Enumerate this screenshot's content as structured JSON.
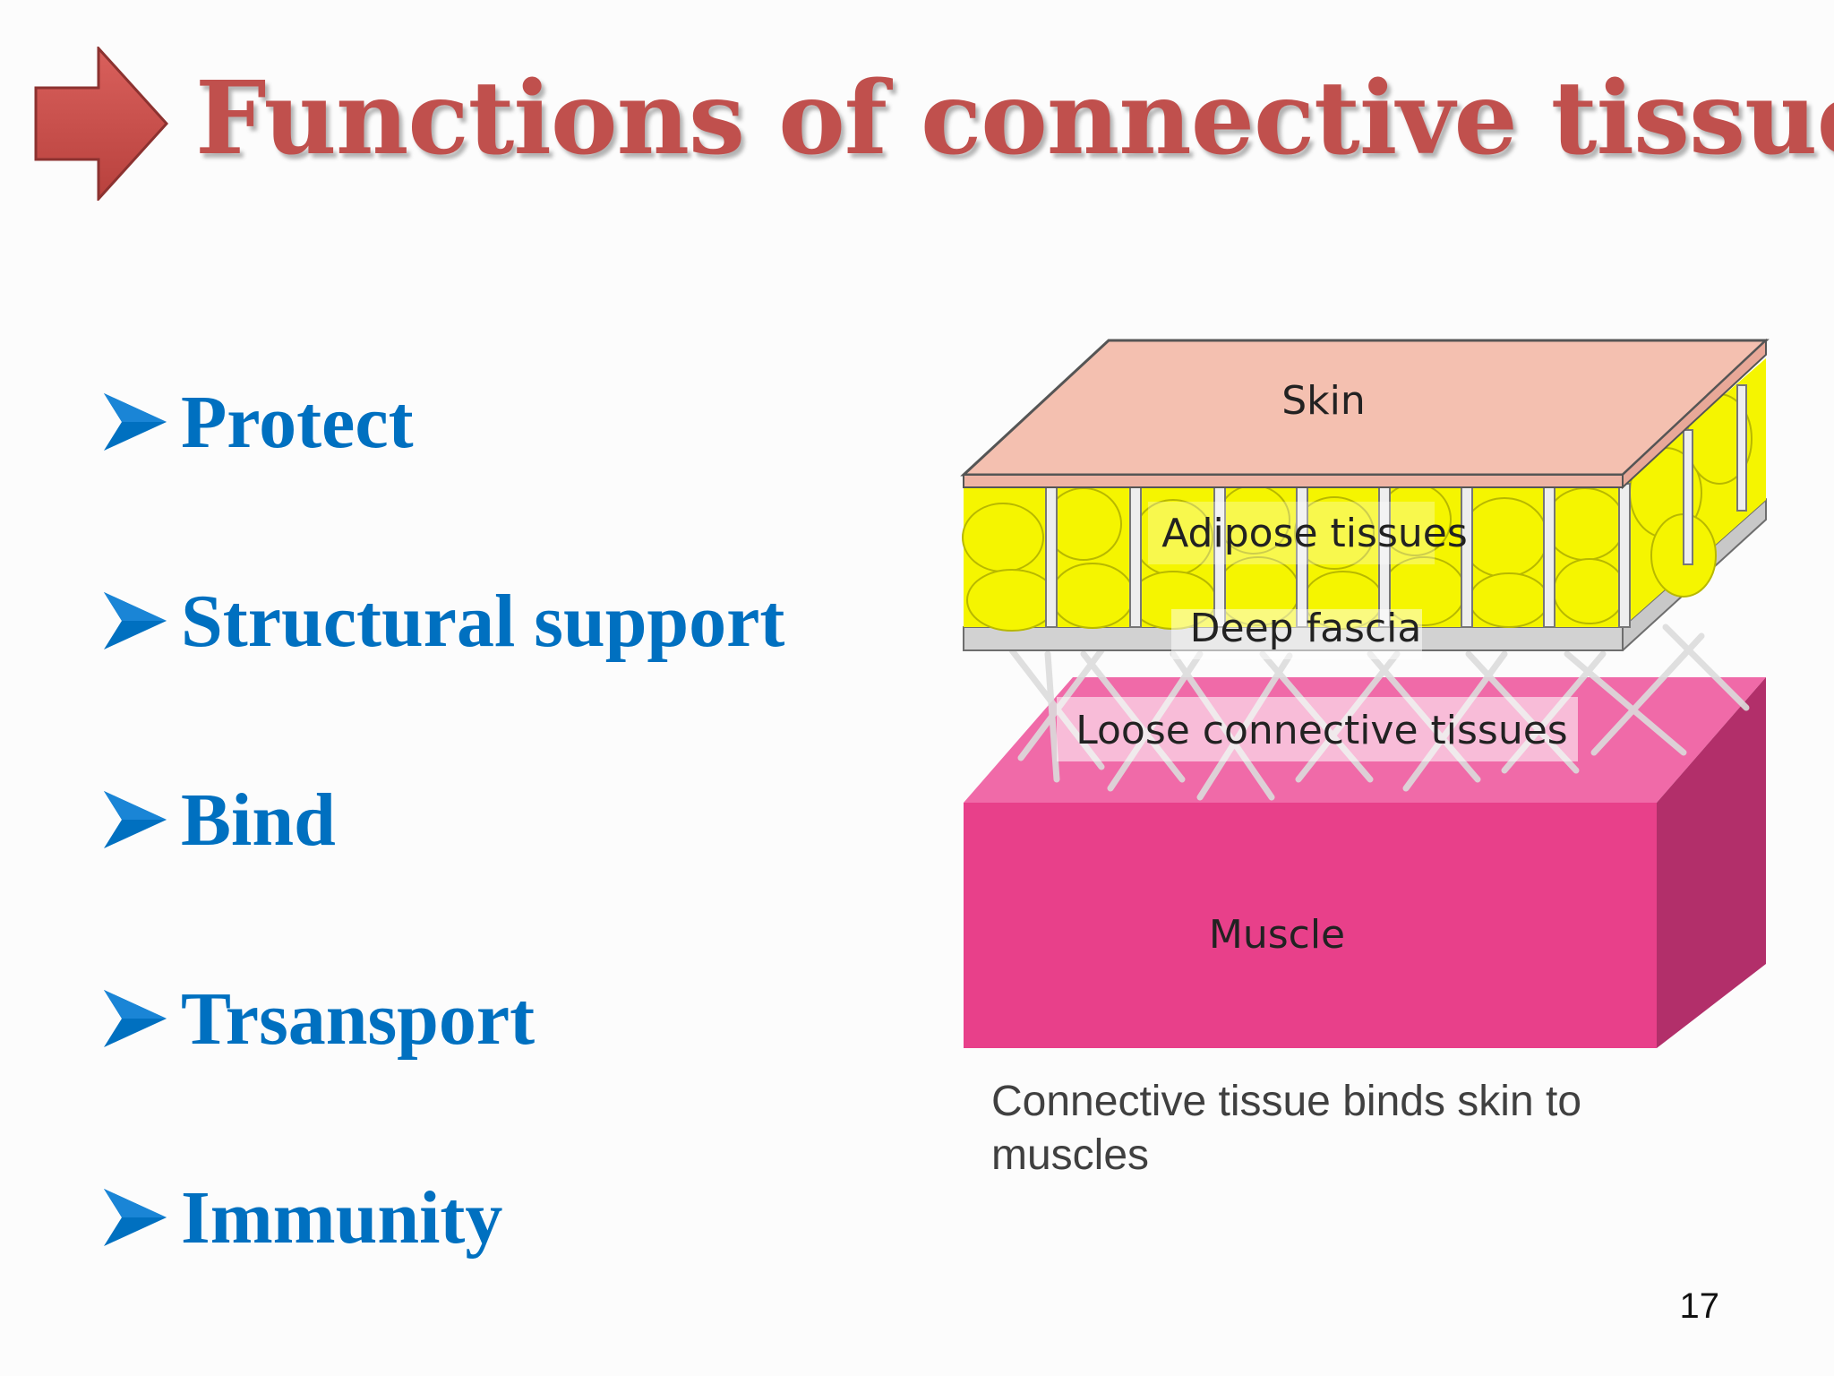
{
  "slide": {
    "title": "Functions of connective tissue",
    "bullets": [
      {
        "label": "Protect"
      },
      {
        "label": "Structural support"
      },
      {
        "label": "Bind"
      },
      {
        "label": "Trsansport"
      },
      {
        "label": "Immunity"
      }
    ],
    "diagram": {
      "labels": {
        "skin": "Skin",
        "adipose": "Adipose tissues",
        "deep_fascia": "Deep fascia",
        "loose": "Loose connective tissues",
        "muscle": "Muscle"
      }
    },
    "caption": "Connective tissue binds skin to muscles",
    "page_number": "17"
  },
  "colors": {
    "title": "#c0504d",
    "bullet_text": "#0070c0",
    "skin": "#f4c0b0",
    "adipose": "#f5f500",
    "fascia": "#c8c8c8",
    "muscle_front": "#e8408a",
    "muscle_top": "#f06aa8",
    "muscle_side": "#b22f6a"
  },
  "icons": {
    "title_marker": "right-arrow-icon",
    "bullet_marker": "arrowhead-bullet-icon"
  }
}
